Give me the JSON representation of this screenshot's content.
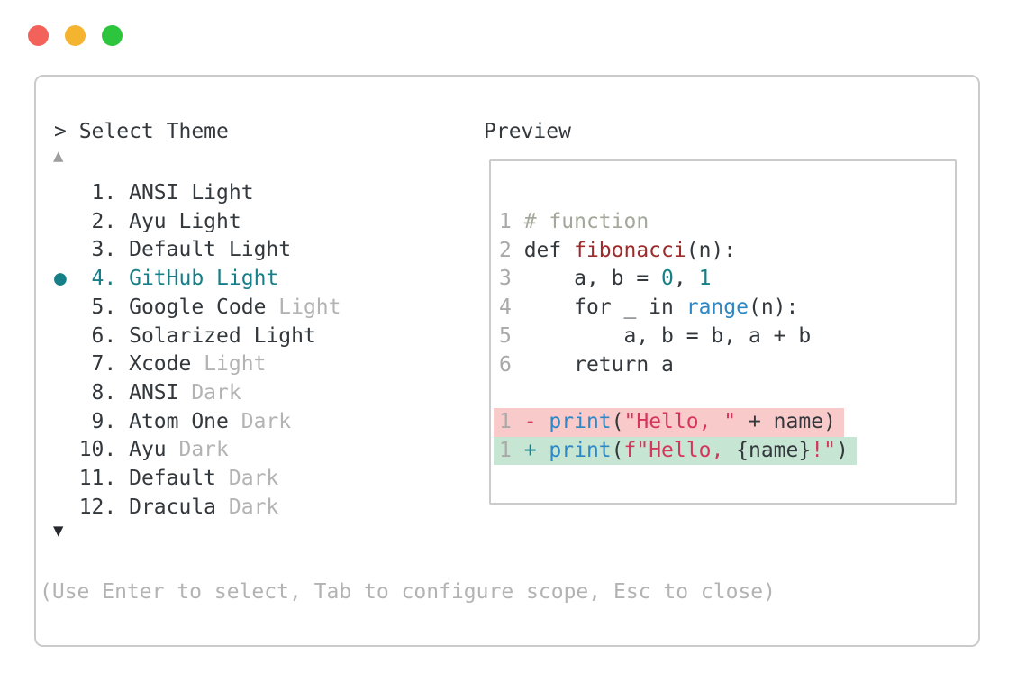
{
  "window": {
    "traffic_lights": [
      {
        "name": "close",
        "color": "#F3615B"
      },
      {
        "name": "minimize",
        "color": "#F5B42F"
      },
      {
        "name": "maximize",
        "color": "#2EC53E"
      }
    ]
  },
  "selector": {
    "prompt": "> Select Theme",
    "scroll_up_icon": "▲",
    "scroll_down_icon": "▼",
    "selected_indicator": "●",
    "items": [
      {
        "number": "1",
        "name": "ANSI Light",
        "selected": false
      },
      {
        "number": "2",
        "name": "Ayu Light",
        "selected": false
      },
      {
        "number": "3",
        "name": "Default Light",
        "selected": false
      },
      {
        "number": "4",
        "name": "GitHub Light",
        "selected": true
      },
      {
        "number": "5",
        "name": "Google Code",
        "suffix": "Light",
        "selected": false
      },
      {
        "number": "6",
        "name": "Solarized Light",
        "selected": false
      },
      {
        "number": "7",
        "name": "Xcode",
        "suffix": "Light",
        "selected": false
      },
      {
        "number": "8",
        "name": "ANSI",
        "suffix": "Dark",
        "selected": false
      },
      {
        "number": "9",
        "name": "Atom One",
        "suffix": "Dark",
        "selected": false
      },
      {
        "number": "10",
        "name": "Ayu",
        "suffix": "Dark",
        "selected": false
      },
      {
        "number": "11",
        "name": "Default",
        "suffix": "Dark",
        "selected": false
      },
      {
        "number": "12",
        "name": "Dracula",
        "suffix": "Dark",
        "selected": false
      }
    ]
  },
  "preview": {
    "title": "Preview",
    "lines": [
      {
        "num": "1",
        "tokens": [
          {
            "t": "# function",
            "c": "comment"
          }
        ]
      },
      {
        "num": "2",
        "tokens": [
          {
            "t": "def ",
            "c": "text"
          },
          {
            "t": "fibonacci",
            "c": "func"
          },
          {
            "t": "(n):",
            "c": "text"
          }
        ]
      },
      {
        "num": "3",
        "tokens": [
          {
            "t": "    a, b = ",
            "c": "text"
          },
          {
            "t": "0",
            "c": "number"
          },
          {
            "t": ", ",
            "c": "text"
          },
          {
            "t": "1",
            "c": "number"
          }
        ]
      },
      {
        "num": "4",
        "tokens": [
          {
            "t": "    for _ in ",
            "c": "text"
          },
          {
            "t": "range",
            "c": "builtin"
          },
          {
            "t": "(n):",
            "c": "text"
          }
        ]
      },
      {
        "num": "5",
        "tokens": [
          {
            "t": "        a, b = b, a + b",
            "c": "text"
          }
        ]
      },
      {
        "num": "6",
        "tokens": [
          {
            "t": "    return a",
            "c": "text"
          }
        ]
      },
      {
        "tokens": [
          {
            "t": " ",
            "c": "text"
          }
        ]
      },
      {
        "num": "1",
        "diff": "removed",
        "tokens": [
          {
            "t": "- ",
            "c": "string"
          },
          {
            "t": "print",
            "c": "builtin"
          },
          {
            "t": "(",
            "c": "text"
          },
          {
            "t": "\"Hello, \"",
            "c": "string"
          },
          {
            "t": " + name)",
            "c": "text"
          }
        ]
      },
      {
        "num": "1",
        "diff": "added",
        "tokens": [
          {
            "t": "+ ",
            "c": "number"
          },
          {
            "t": "print",
            "c": "builtin"
          },
          {
            "t": "(",
            "c": "text"
          },
          {
            "t": "f\"Hello, ",
            "c": "string"
          },
          {
            "t": "{name}",
            "c": "text"
          },
          {
            "t": "!\"",
            "c": "string"
          },
          {
            "t": ")",
            "c": "text"
          }
        ]
      }
    ]
  },
  "footer": {
    "hint": "(Use Enter to select, Tab to configure scope, Esc to close)"
  },
  "colors": {
    "accent_teal": "#177F87",
    "charcoal": "#33383D",
    "muted_gray": "#B3B3B3",
    "line_number_gray": "#A9A9A9",
    "comment_gray": "#A4A89B",
    "function_red": "#9E2A2B",
    "builtin_blue": "#2D87C5",
    "string_crimson": "#D5365C",
    "diff_removed_bg": "#F9CACA",
    "diff_added_bg": "#C7E5D3",
    "border_gray": "#CBCBCB",
    "arrow_up_gray": "#9E9E9E",
    "arrow_down_dark": "#25282C"
  }
}
